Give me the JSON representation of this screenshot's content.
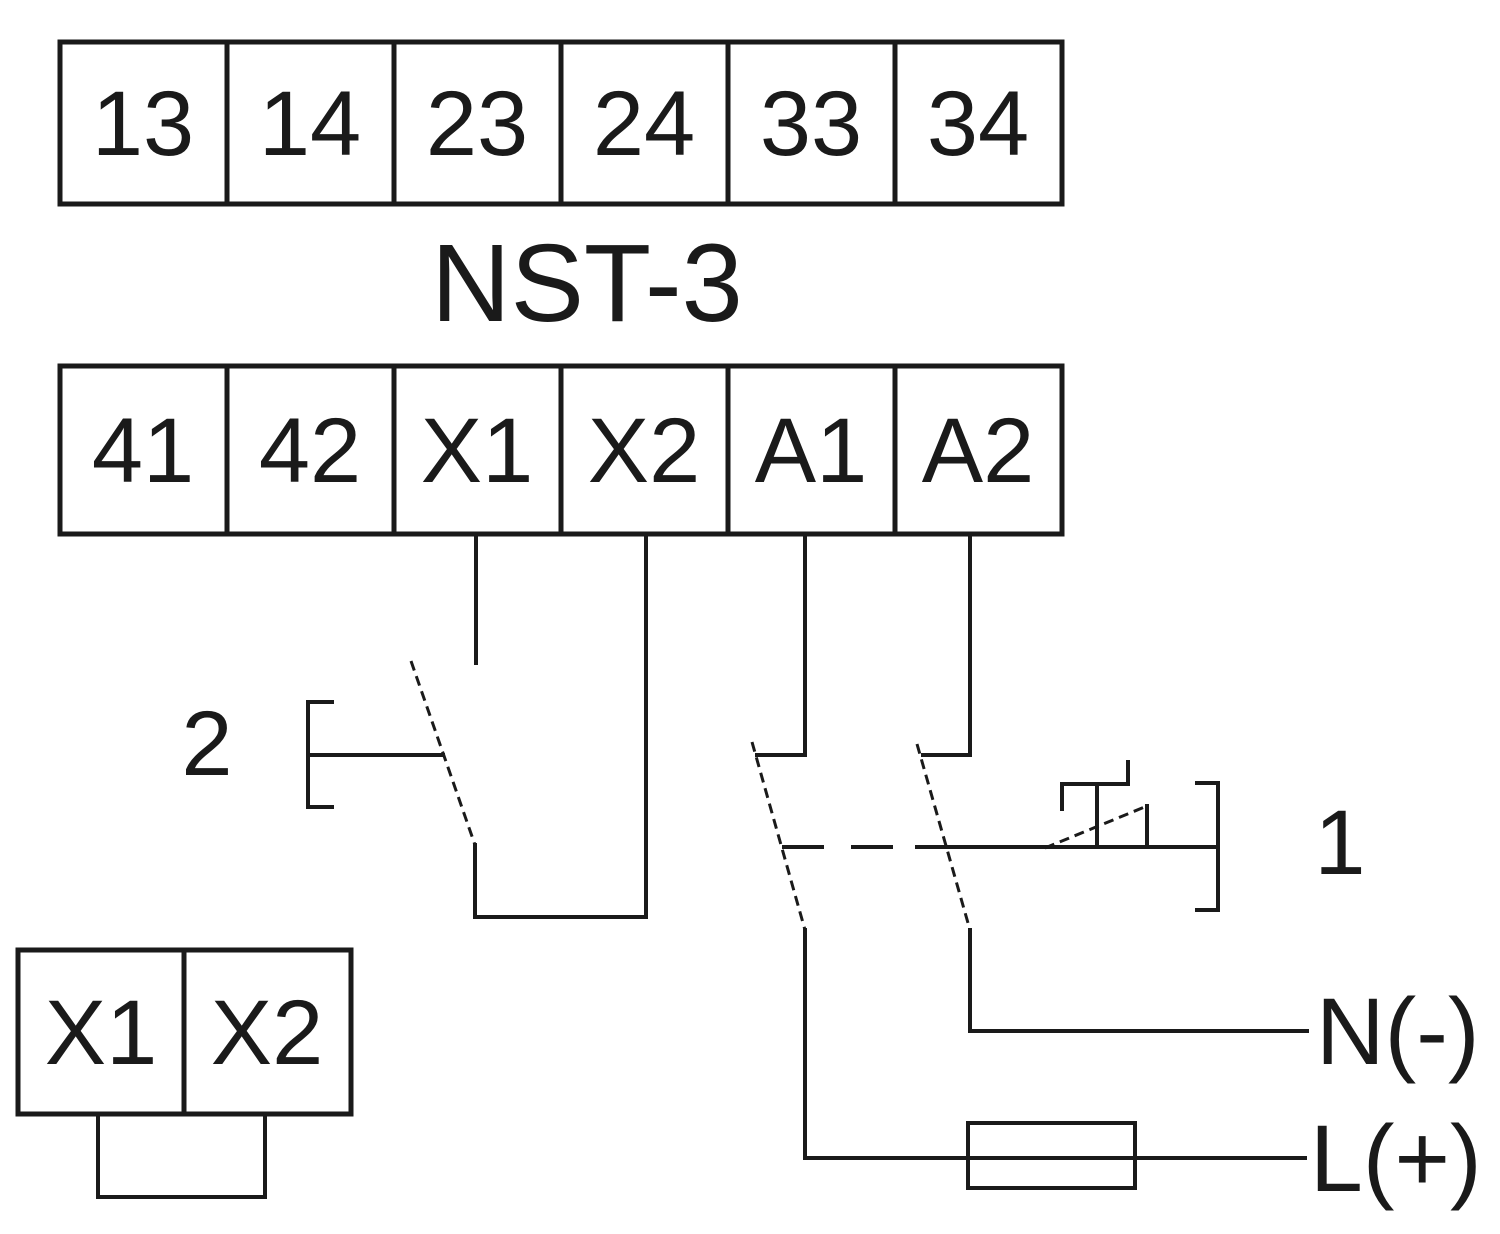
{
  "diagram": {
    "device_label": "NST-3",
    "relay_terminals_top": [
      "13",
      "14",
      "23",
      "24",
      "33",
      "34"
    ],
    "relay_terminals_bottom": [
      "41",
      "42",
      "X1",
      "X2",
      "A1",
      "A2"
    ],
    "indicator_terminals": [
      "X1",
      "X2"
    ],
    "button_2_label": "2",
    "button_1_label": "1",
    "supply_neutral_label": "N(-)",
    "supply_line_label": "L(+)",
    "colors": {
      "line": "#1a1a1a",
      "background": "#ffffff"
    }
  }
}
